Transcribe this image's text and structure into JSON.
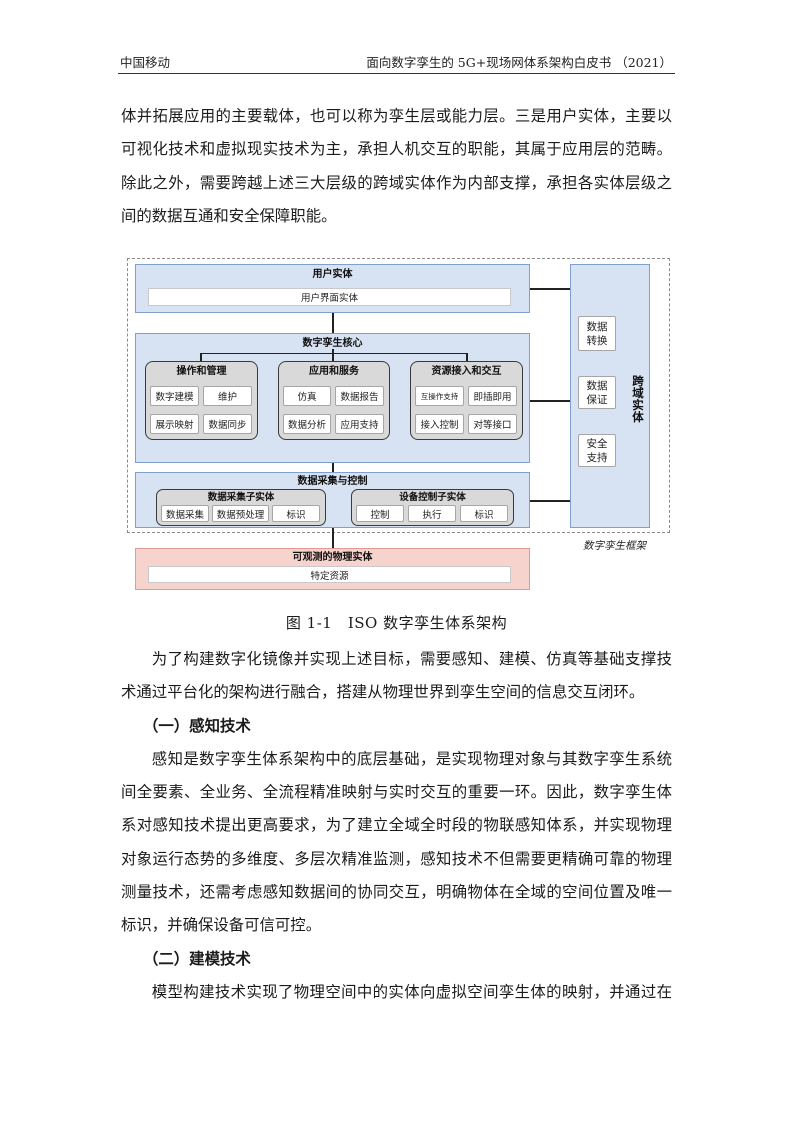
{
  "header": {
    "org": "中国移动",
    "doc_title": "面向数字孪生的 5G+现场网体系架构白皮书 （2021）"
  },
  "intro_lines": [
    "体并拓展应用的主要载体，也可以称为孪生层或能力层。三是用户实体，主要以",
    "可视化技术和虚拟现实技术为主，承担人机交互的职能，其属于应用层的范畴。",
    "除此之外，需要跨越上述三大层级的跨域实体作为内部支撑，承担各实体层级之",
    "间的数据互通和安全保障职能。"
  ],
  "figure": {
    "user_entity": {
      "title": "用户实体",
      "bar": "用户界面实体"
    },
    "core": {
      "title": "数字孪生核心",
      "groups": [
        {
          "title": "操作和管理",
          "items": [
            "数字建模",
            "维护",
            "展示映射",
            "数据同步"
          ]
        },
        {
          "title": "应用和服务",
          "items": [
            "仿真",
            "数据报告",
            "数据分析",
            "应用支持"
          ]
        },
        {
          "title": "资源接入和交互",
          "items": [
            "互操作支持",
            "即插即用",
            "接入控制",
            "对等接口"
          ]
        }
      ]
    },
    "data_control": {
      "title": "数据采集与控制",
      "groups": [
        {
          "title": "数据采集子实体",
          "items": [
            "数据采集",
            "数据预处理",
            "标识"
          ]
        },
        {
          "title": "设备控制子实体",
          "items": [
            "控制",
            "执行",
            "标识"
          ]
        }
      ]
    },
    "cross_domain": {
      "title": "跨域实体",
      "items": [
        "数据转换",
        "数据保证",
        "安全支持"
      ]
    },
    "framework_label": "数字孪生框架",
    "physical": {
      "title": "可观测的物理实体",
      "bar": "特定资源"
    },
    "colors": {
      "entity_blue": "#d7e2f2",
      "physical_pink": "#f7d3ce",
      "group_gray": "#d9d9d9"
    }
  },
  "caption": "图 1-1　ISO 数字孪生体系架构",
  "body": {
    "p2": [
      "为了构建数字化镜像并实现上述目标，需要感知、建模、仿真等基础支撑技",
      "术通过平台化的架构进行融合，搭建从物理世界到孪生空间的信息交互闭环。"
    ],
    "h1": "（一）感知技术",
    "p3": [
      "感知是数字孪生体系架构中的底层基础，是实现物理对象与其数字孪生系统",
      "间全要素、全业务、全流程精准映射与实时交互的重要一环。因此，数字孪生体",
      "系对感知技术提出更高要求，为了建立全域全时段的物联感知体系，并实现物理",
      "对象运行态势的多维度、多层次精准监测，感知技术不但需要更精确可靠的物理",
      "测量技术，还需考虑感知数据间的协同交互，明确物体在全域的空间位置及唯一",
      "标识，并确保设备可信可控。"
    ],
    "h2": "（二）建模技术",
    "p4": [
      "模型构建技术实现了物理空间中的实体向虚拟空间孪生体的映射，并通过在"
    ]
  }
}
